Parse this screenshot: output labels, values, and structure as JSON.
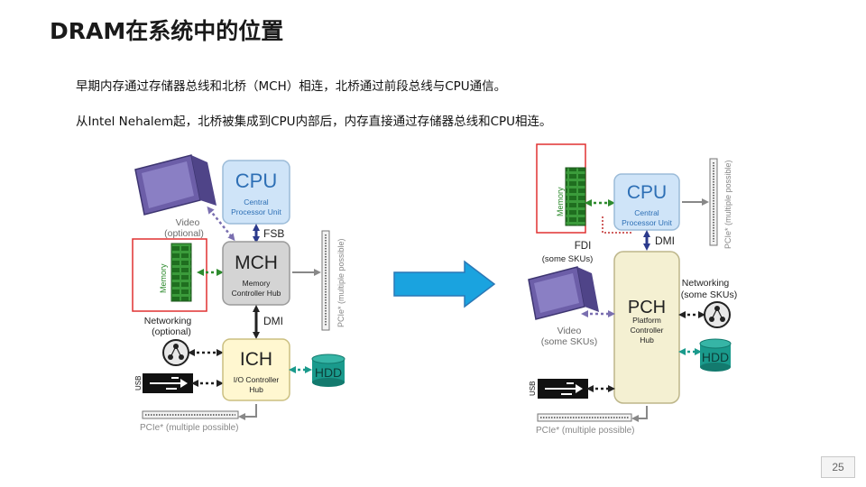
{
  "title": "DRAM在系统中的位置",
  "paragraphs": [
    "早期内存通过存储器总线和北桥（MCH）相连，北桥通过前段总线与CPU通信。",
    "从Intel Nehalem起，北桥被集成到CPU内部后，内存直接通过存储器总线和CPU相连。"
  ],
  "page_number": "25",
  "colors": {
    "cpu_fill": "#cfe4f8",
    "cpu_text": "#2d6fb5",
    "hub_fill": "#d4d4d4",
    "ich_fill": "#fff7d0",
    "pch_fill": "#f4f0d2",
    "memory_green": "#2e8b2e",
    "hdd_teal": "#1a9a8c",
    "device_purple": "#6c5ea8",
    "arrow_blue": "#1aa3df",
    "highlight_red": "#e03030",
    "link_blue": "#2b3a8c"
  },
  "left": {
    "cpu": {
      "title": "CPU",
      "sub1": "Central",
      "sub2": "Processor Unit"
    },
    "fsb": "FSB",
    "video": {
      "label1": "Video",
      "label2": "(optional)"
    },
    "mch": {
      "title": "MCH",
      "sub1": "Memory",
      "sub2": "Controller Hub"
    },
    "memory": "Memory",
    "dmi": "DMI",
    "networking": {
      "label1": "Networking",
      "label2": "(optional)"
    },
    "ich": {
      "title": "ICH",
      "sub1": "I/O Controller",
      "sub2": "Hub"
    },
    "hdd": "HDD",
    "usb": "USB",
    "pcie_bottom": "PCIe* (multiple possible)",
    "pcie_side": "PCIe* (multiple possible)"
  },
  "right": {
    "memory": "Memory",
    "cpu": {
      "title": "CPU",
      "sub1": "Central",
      "sub2": "Processor Unit"
    },
    "dmi": "DMI",
    "fdi": {
      "label1": "FDI",
      "label2": "(some SKUs)"
    },
    "pch": {
      "title": "PCH",
      "sub1": "Platform",
      "sub2": "Controller",
      "sub3": "Hub"
    },
    "networking": {
      "label1": "Networking",
      "label2": "(some SKUs)"
    },
    "video": {
      "label1": "Video",
      "label2": "(some SKUs)"
    },
    "hdd": "HDD",
    "usb": "USB",
    "pcie_bottom": "PCIe* (multiple possible)",
    "pcie_side": "PCIe* (multiple possible)"
  }
}
